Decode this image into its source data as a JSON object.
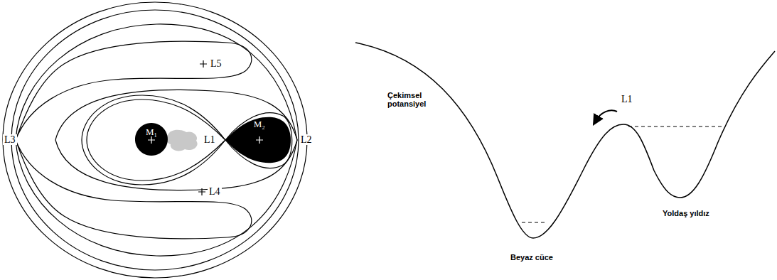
{
  "diagram": {
    "nodes": [
      {
        "text": [
          "M₁"
        ]
      },
      {
        "text": [
          "M₂"
        ]
      }
    ],
    "labels": [
      "L5",
      "L3",
      "L1",
      "L2",
      "L4",
      "Çekimsel potansiyel",
      "L1",
      "Beyaz cüce",
      "Yoldaş yıldız"
    ]
  }
}
